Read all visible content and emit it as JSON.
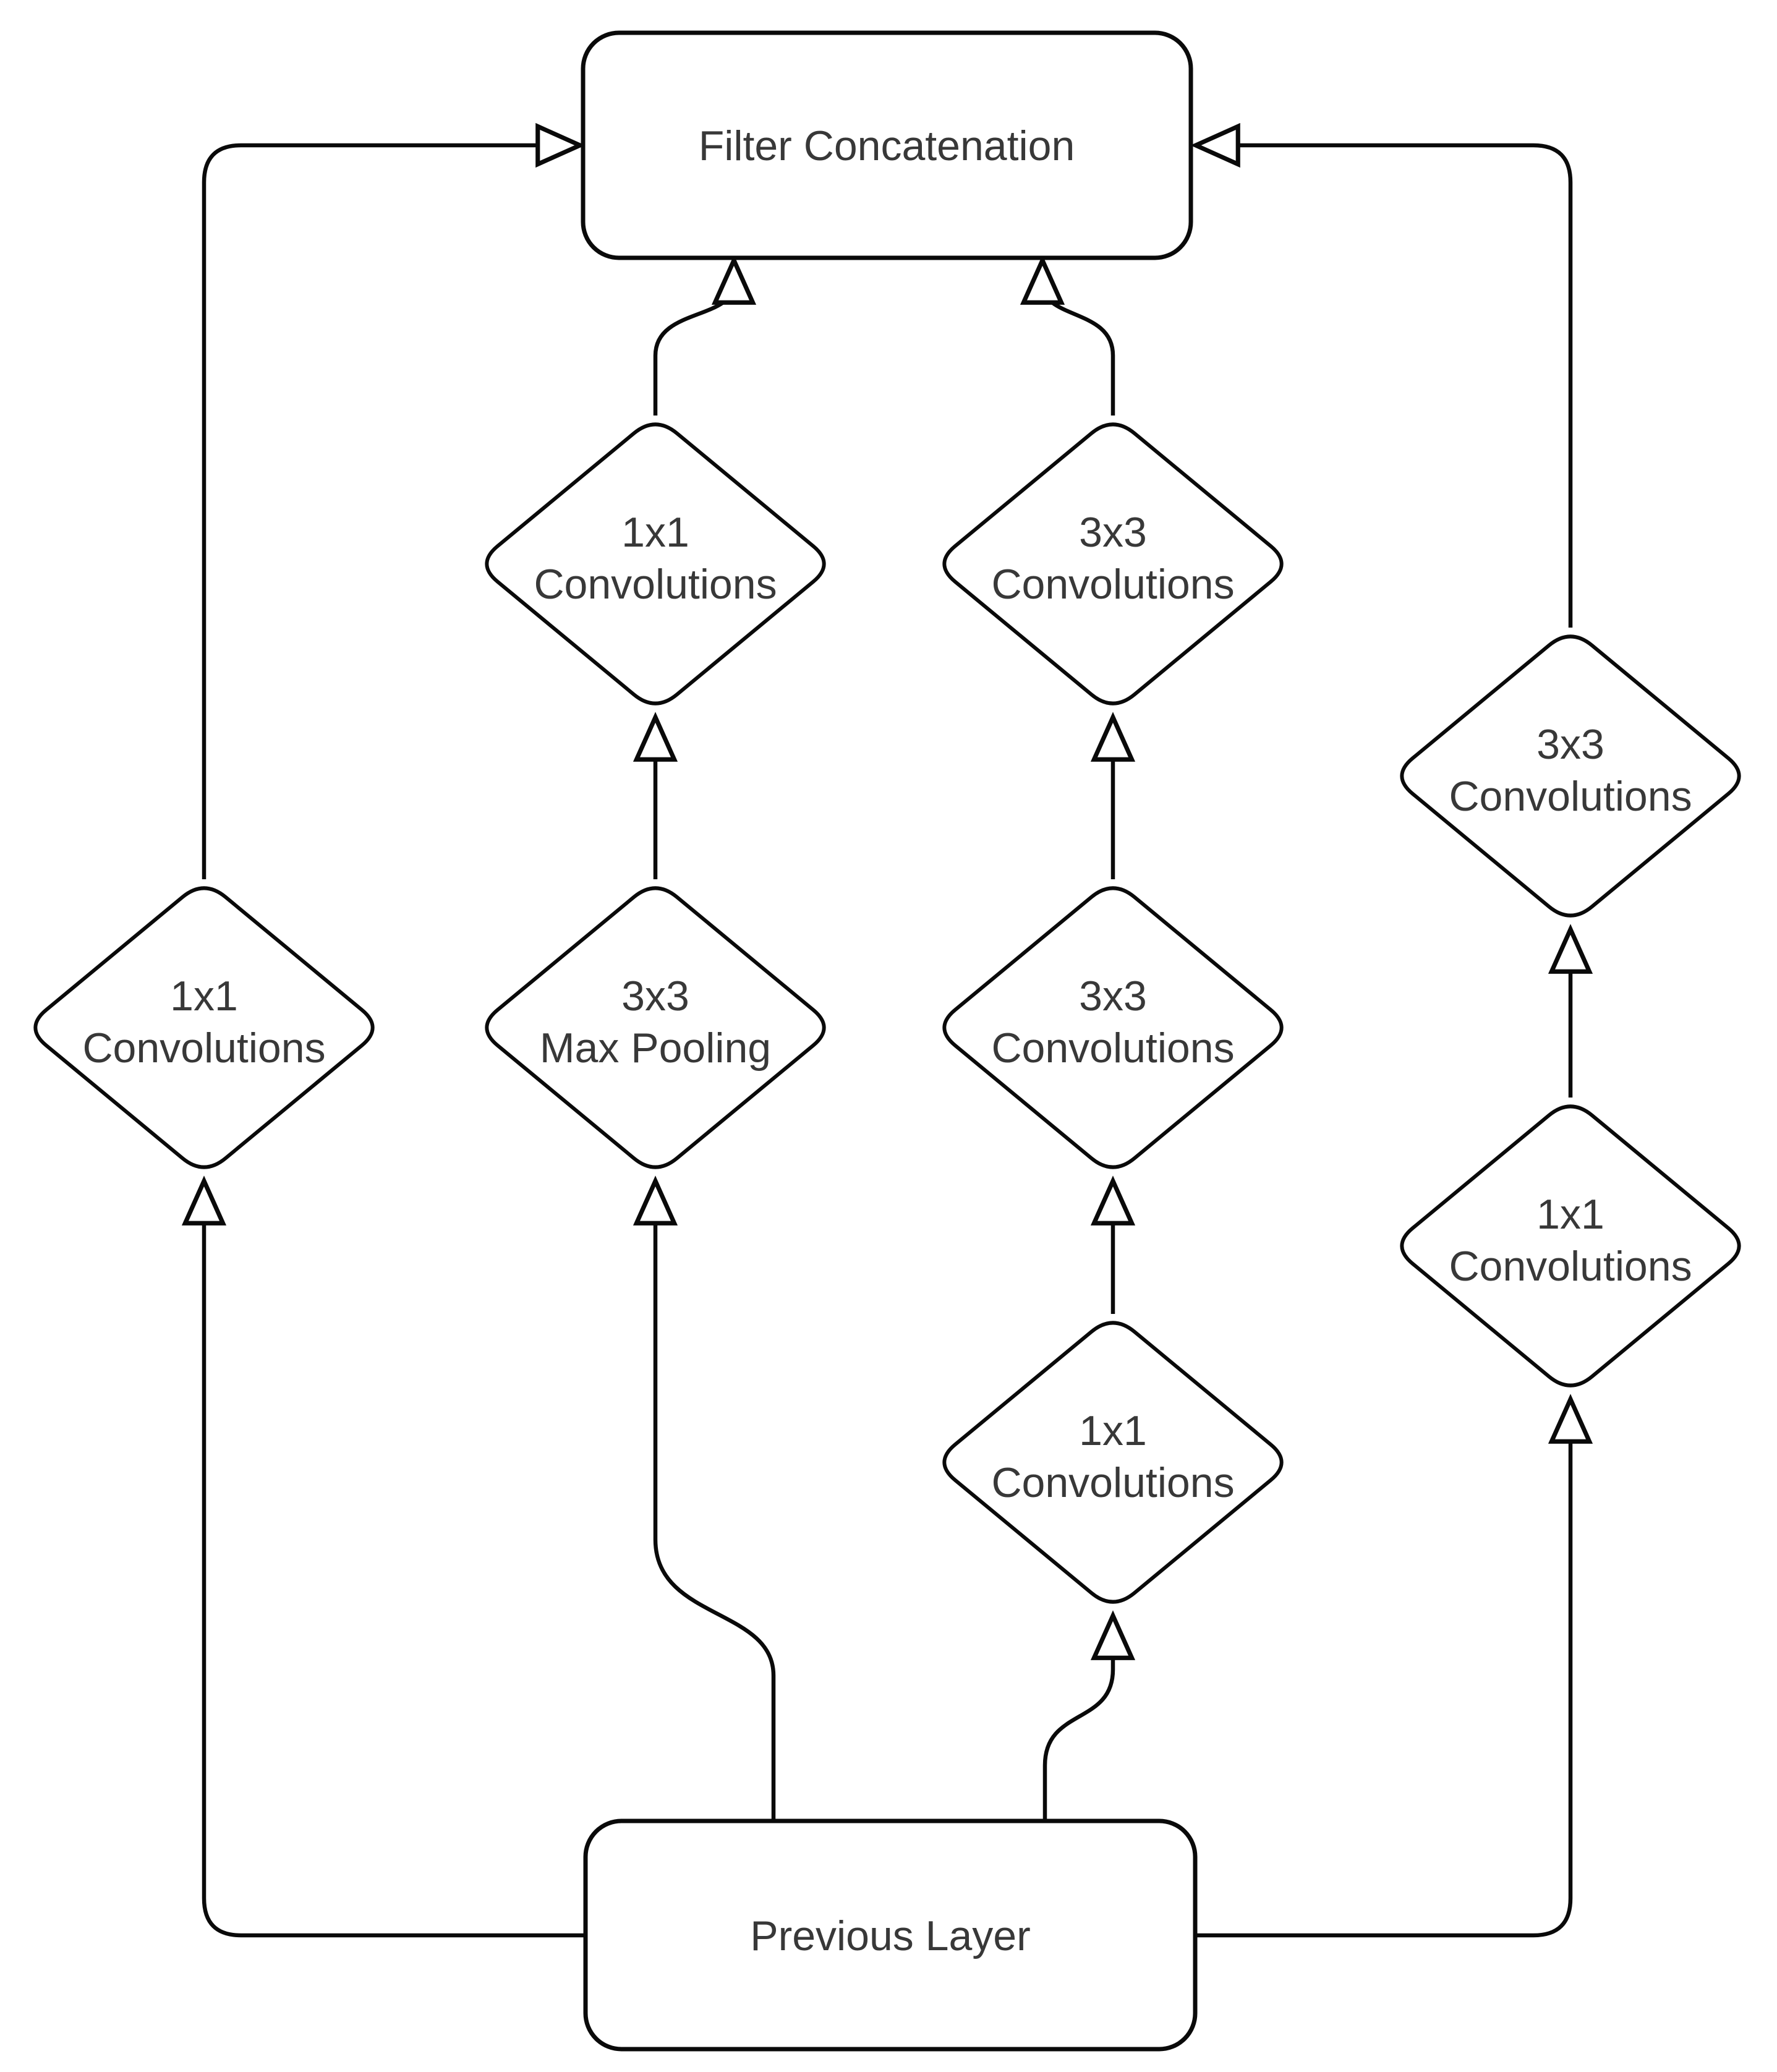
{
  "diagram": {
    "type": "flowchart",
    "subject": "Inception module architecture",
    "nodes": {
      "filter_concatenation": {
        "label": "Filter Concatenation",
        "shape": "rounded-rectangle"
      },
      "previous_layer": {
        "label": "Previous Layer",
        "shape": "rounded-rectangle"
      },
      "branch1_conv1x1": {
        "line1": "1x1",
        "line2": "Convolutions",
        "shape": "diamond"
      },
      "branch2_conv1x1": {
        "line1": "1x1",
        "line2": "Convolutions",
        "shape": "diamond"
      },
      "branch2_maxpool": {
        "line1": "3x3",
        "line2": "Max Pooling",
        "shape": "diamond"
      },
      "branch3_conv3x3_upper": {
        "line1": "3x3",
        "line2": "Convolutions",
        "shape": "diamond"
      },
      "branch3_conv3x3_mid": {
        "line1": "3x3",
        "line2": "Convolutions",
        "shape": "diamond"
      },
      "branch3_conv1x1": {
        "line1": "1x1",
        "line2": "Convolutions",
        "shape": "diamond"
      },
      "branch4_conv3x3": {
        "line1": "3x3",
        "line2": "Convolutions",
        "shape": "diamond"
      },
      "branch4_conv1x1": {
        "line1": "1x1",
        "line2": "Convolutions",
        "shape": "diamond"
      }
    },
    "edges": [
      {
        "from": "previous_layer",
        "to": "branch1_conv1x1"
      },
      {
        "from": "branch1_conv1x1",
        "to": "filter_concatenation"
      },
      {
        "from": "previous_layer",
        "to": "branch2_maxpool"
      },
      {
        "from": "branch2_maxpool",
        "to": "branch2_conv1x1"
      },
      {
        "from": "branch2_conv1x1",
        "to": "filter_concatenation"
      },
      {
        "from": "previous_layer",
        "to": "branch3_conv1x1"
      },
      {
        "from": "branch3_conv1x1",
        "to": "branch3_conv3x3_mid"
      },
      {
        "from": "branch3_conv3x3_mid",
        "to": "branch3_conv3x3_upper"
      },
      {
        "from": "branch3_conv3x3_upper",
        "to": "filter_concatenation"
      },
      {
        "from": "previous_layer",
        "to": "branch4_conv1x1"
      },
      {
        "from": "branch4_conv1x1",
        "to": "branch4_conv3x3"
      },
      {
        "from": "branch4_conv3x3",
        "to": "filter_concatenation"
      }
    ],
    "arrow_style": "hollow-triangle",
    "colors": {
      "background": "#ffffff",
      "stroke": "#0a0a0a",
      "text": "#383838",
      "shape_fill": "#ffffff"
    }
  }
}
